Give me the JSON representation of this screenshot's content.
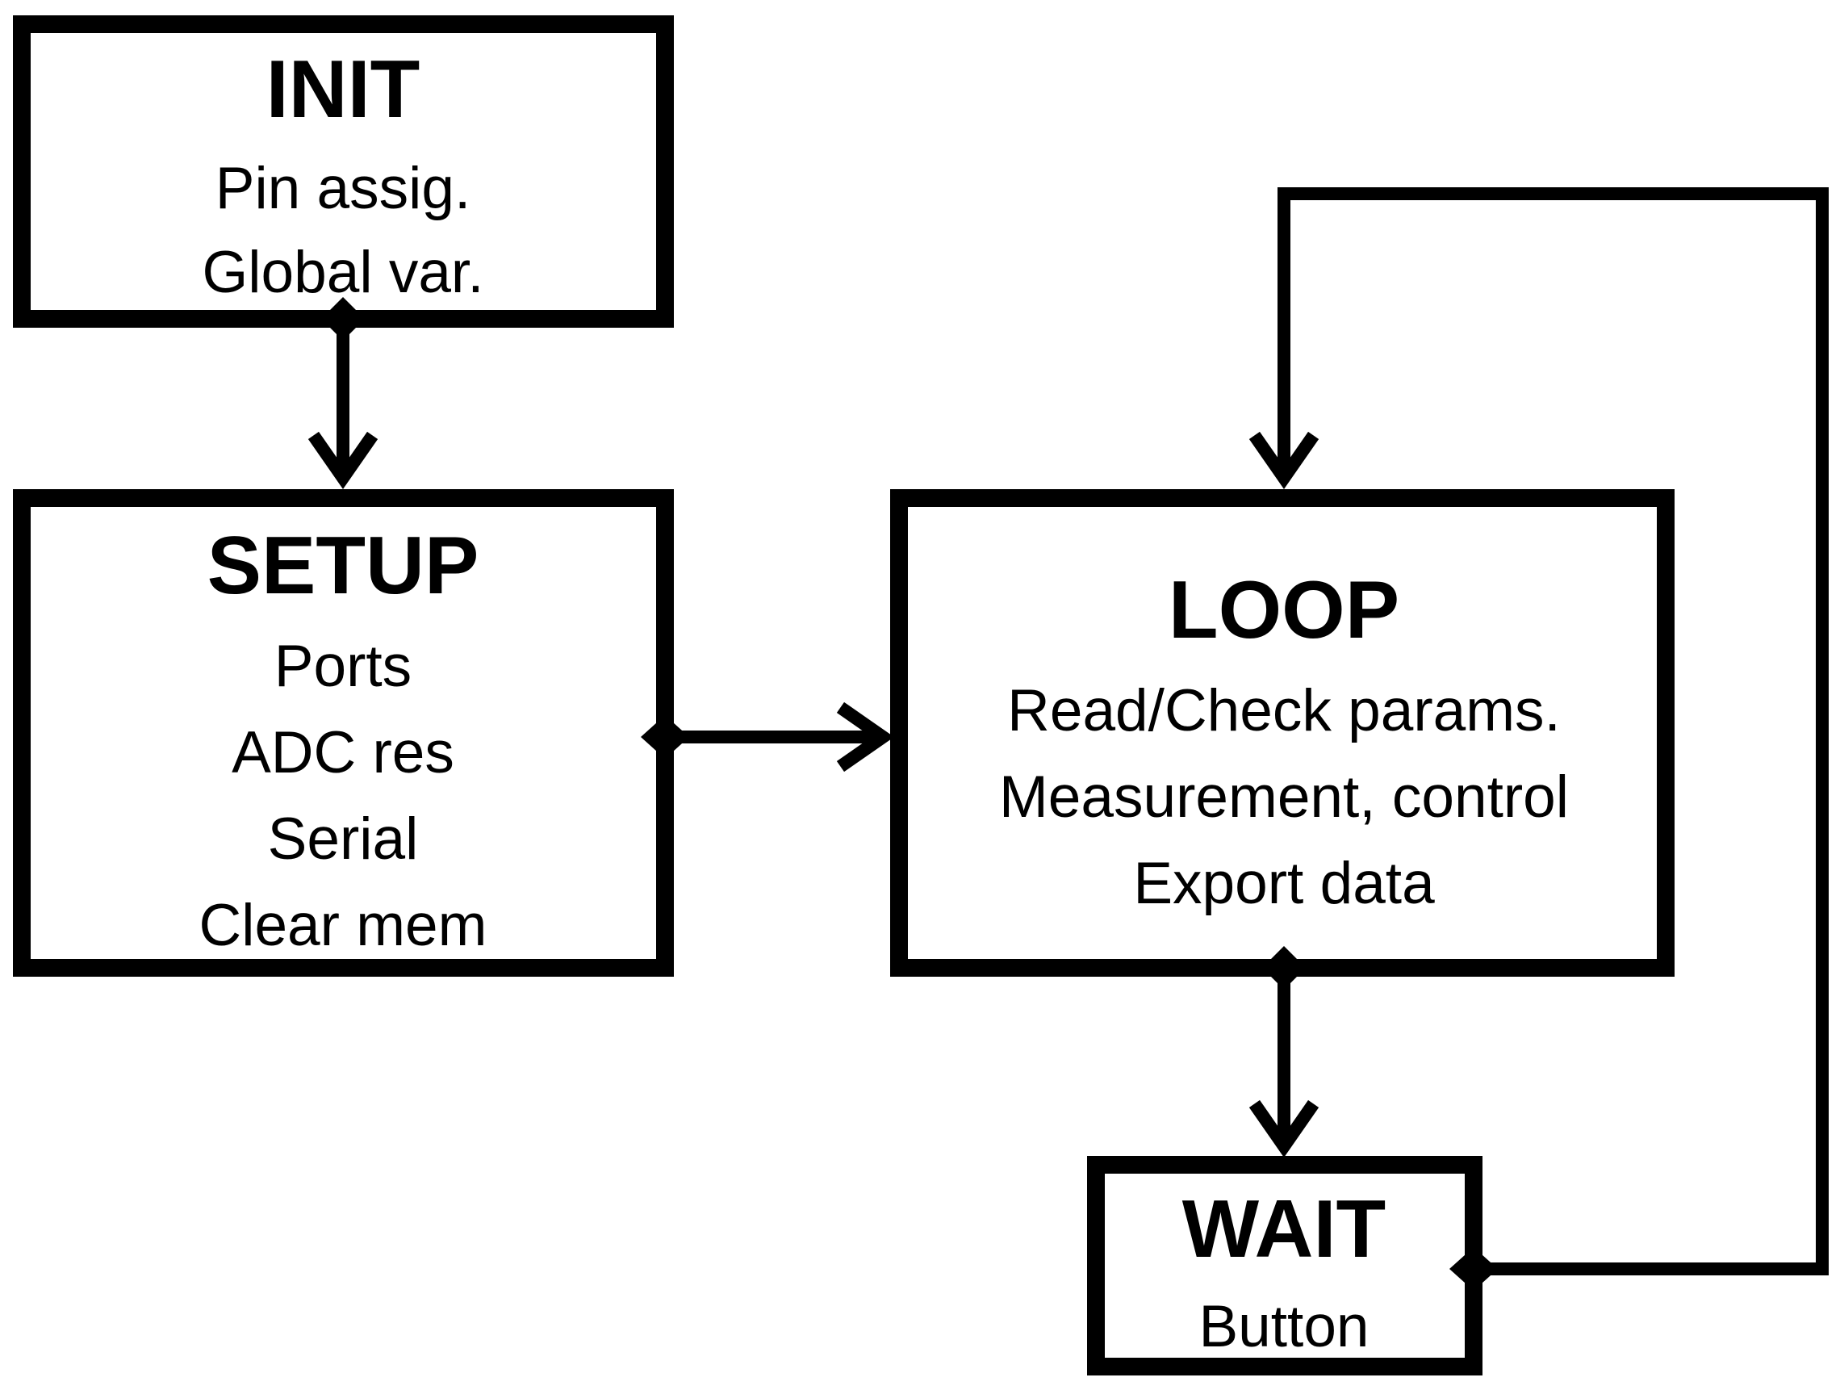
{
  "diagram": {
    "type": "flowchart",
    "stroke_color": "#000000",
    "background": "#ffffff",
    "nodes": {
      "init": {
        "title": "INIT",
        "lines": [
          "Pin assig.",
          "Global var."
        ]
      },
      "setup": {
        "title": "SETUP",
        "lines": [
          "Ports",
          "ADC res",
          "Serial",
          "Clear mem"
        ]
      },
      "loop": {
        "title": "LOOP",
        "lines": [
          "Read/Check params.",
          "Measurement, control",
          "Export data"
        ]
      },
      "wait": {
        "title": "WAIT",
        "lines": [
          "Button"
        ]
      }
    },
    "edges": [
      {
        "from": "init",
        "to": "setup"
      },
      {
        "from": "setup",
        "to": "loop"
      },
      {
        "from": "loop",
        "to": "wait"
      },
      {
        "from": "wait",
        "to": "loop"
      }
    ]
  }
}
